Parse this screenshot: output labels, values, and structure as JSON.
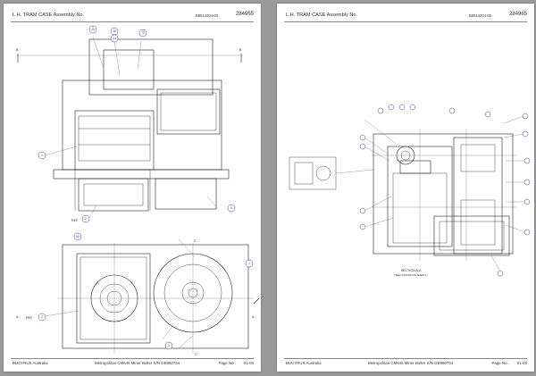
{
  "pages": [
    {
      "header": {
        "title": "L.H. TRAM CASE   Assembly No.",
        "ref": "B8014204-00",
        "part_number": "284965"
      },
      "footer": {
        "company": "BUCYRUS Australia",
        "machine": "Metropolitan  CM645 Miner Bolter S/N GE860734",
        "page_label": "Page No.:",
        "page_number": "01-03"
      },
      "callouts": {
        "c29": "29",
        "c48": "48",
        "c70": "70",
        "c54": "54",
        "c1": "1",
        "c5": "5",
        "c2": "2",
        "c60": "60",
        "c1b": "1",
        "c2b": "2",
        "c6": "6"
      },
      "labels": {
        "b_top_left": "B",
        "b_top_right": "B",
        "ref_a": "REF",
        "ref_b": "REF",
        "c_top": "C",
        "c_bot": "C",
        "a_left": "A",
        "a_right": "A"
      }
    },
    {
      "header": {
        "title": "L.H. TRAM CASE   Assembly No.",
        "ref": "B8014204-00",
        "part_number": "284965"
      },
      "footer": {
        "company": "BUCYRUS Australia",
        "machine": "Metropolitan  CM645 Miner Bolter S/N GE860734",
        "page_label": "Page No.:",
        "page_number": "01-03"
      },
      "labels": {
        "section": "SECTION A-A",
        "section_sub": "(SEE LOCATION ON SHEET 1)"
      }
    }
  ]
}
